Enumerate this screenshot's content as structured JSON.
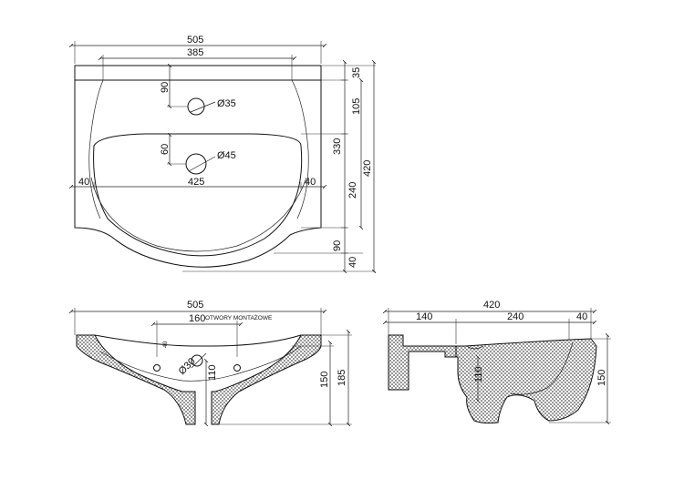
{
  "top_view": {
    "overall_width": "505",
    "hole_spacing": "385",
    "tap_hole_offset": "90",
    "tap_hole_diameter": "Ø35",
    "drain_offset": "60",
    "drain_diameter": "Ø45",
    "left_margin": "40",
    "right_margin": "40",
    "bowl_width": "425",
    "rim_depth": "35",
    "rear_section": "105",
    "bowl_depth": "330",
    "overall_depth": "420",
    "front_section": "240",
    "front_curve": "90",
    "front_lip": "40"
  },
  "front_view": {
    "overall_width": "505",
    "mounting_spacing": "160",
    "mounting_note": "OTWORY MONTAŻOWE",
    "mounting_offset": "40",
    "drain_diameter": "Ø30",
    "drain_height": "110",
    "bowl_height": "150",
    "overall_height": "185"
  },
  "side_view": {
    "overall_depth": "420",
    "rear_part": "140",
    "middle_part": "240",
    "front_part": "40",
    "drain_height": "110",
    "overall_height": "150"
  }
}
